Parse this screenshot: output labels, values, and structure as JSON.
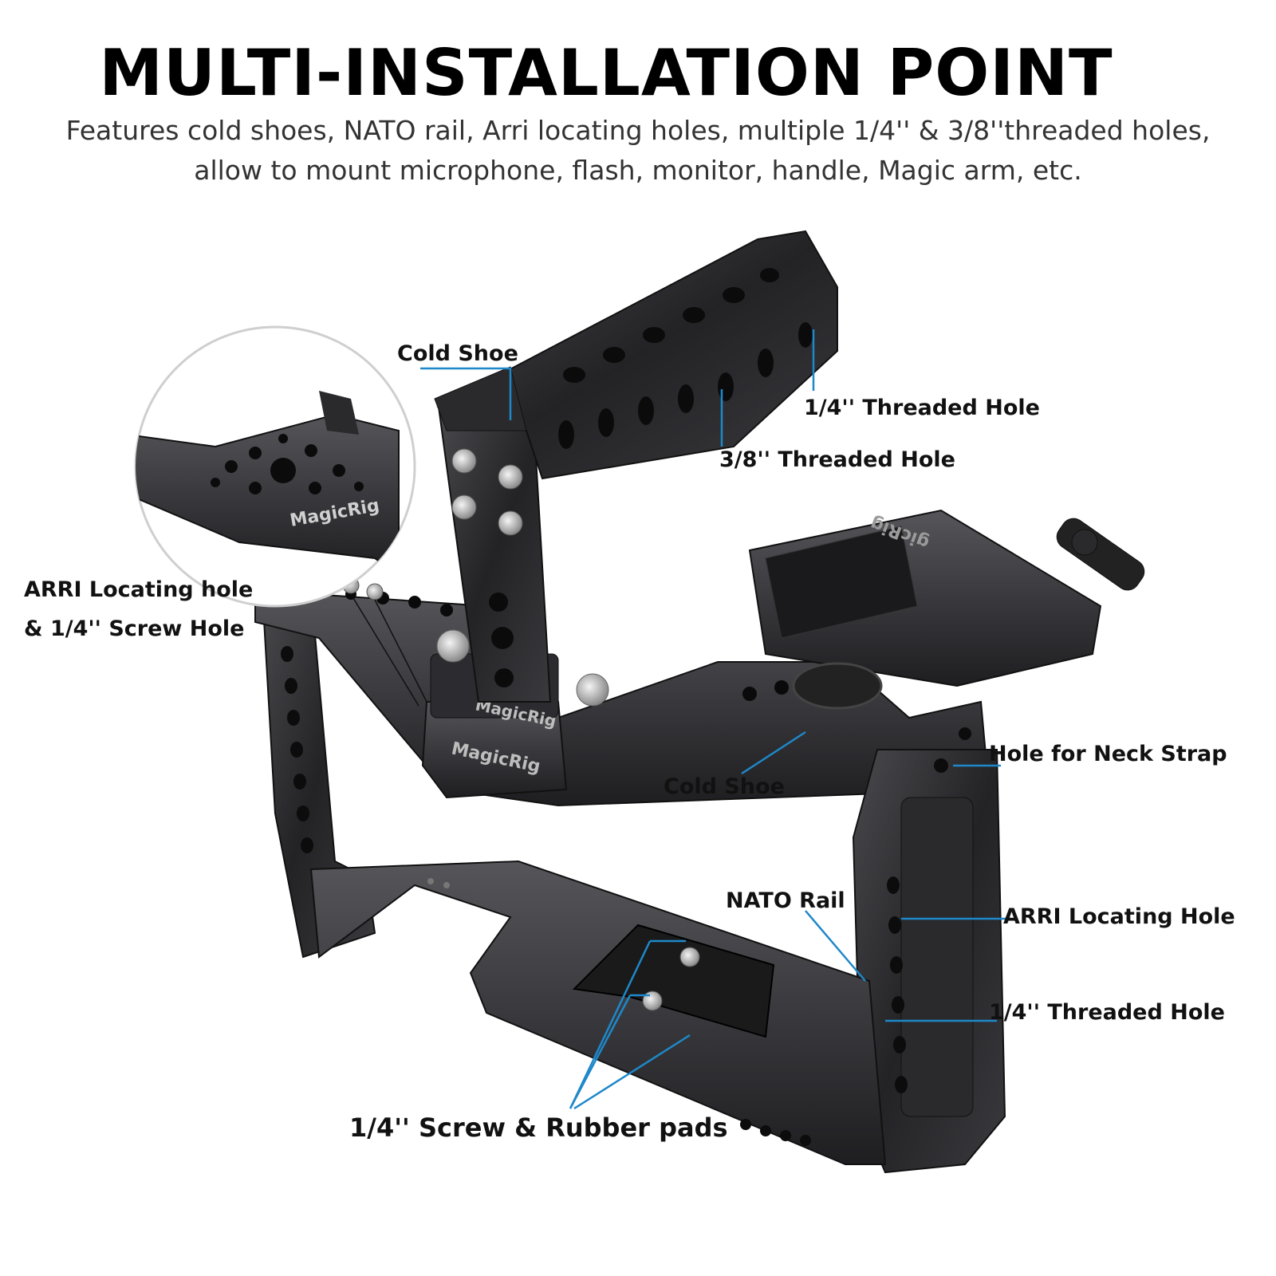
{
  "header": {
    "title": "MULTI-INSTALLATION POINT",
    "subtitle_line1": "Features cold shoes, NATO rail, Arri locating holes, multiple 1/4'' & 3/8''threaded holes,",
    "subtitle_line2": "allow to mount microphone, flash, monitor, handle, Magic arm,  etc."
  },
  "callouts": {
    "cold_shoe_top": "Cold Shoe",
    "threaded_quarter_top": "1/4'' Threaded Hole",
    "threaded_three_eighth": "3/8'' Threaded Hole",
    "arri_left_line1": "ARRI Locating hole",
    "arri_left_line2": "& 1/4'' Screw Hole",
    "neck_strap": "Hole for Neck Strap",
    "cold_shoe_middle": "Cold Shoe",
    "nato_rail": "NATO Rail",
    "arri_right": "ARRI Locating Hole",
    "threaded_quarter_right": "1/4'' Threaded Hole",
    "screw_rubber": "1/4'' Screw & Rubber pads"
  },
  "product": {
    "brand_marks": [
      "MagicRig",
      "MagicRig",
      "MagicRig",
      "gicRig"
    ]
  },
  "colors": {
    "callout_line": "#1e88c9",
    "metal_dark": "#1c1c1e",
    "metal_mid": "#2c2c2f",
    "metal_light": "#46464a"
  }
}
